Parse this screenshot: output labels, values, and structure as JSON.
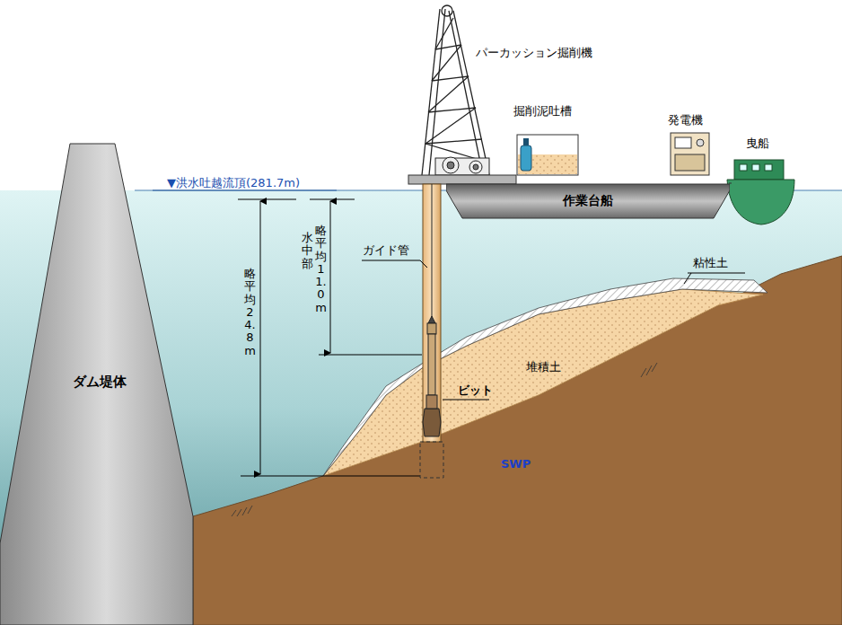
{
  "diagram": {
    "nodes": [
      {
        "text": [
          "ダム堤体"
        ]
      },
      {
        "text": [
          "作業台船"
        ]
      }
    ],
    "labels": [
      "パーカッション掘削機",
      "掘削泥吐槽",
      "発電機",
      "曳船",
      "▼洪水吐越流頂(281.7m)",
      "ガイド管",
      "粘性土",
      "水中部",
      "略平均11.0m",
      "略平均24.8m",
      "堆積土",
      "ビット",
      "SWP"
    ]
  }
}
